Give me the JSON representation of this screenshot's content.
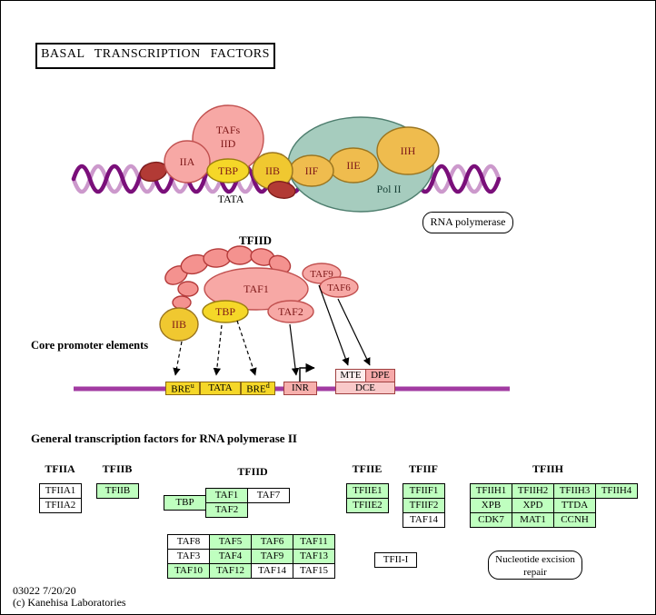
{
  "colors": {
    "gene_highlight": "#BFFFBF",
    "gene_plain": "#FFFFFF",
    "pink": "#F7A8A5",
    "salmon": "#F4928F",
    "yellow": "#F5D728",
    "gold": "#F0C830",
    "amber": "#EFBC4E",
    "teal": "#A6CCBE",
    "maroon": "#B23A35",
    "dna_dark": "#7A0F7A",
    "dna_light": "#CC99CC",
    "promoter_line": "#A23CA2"
  },
  "title": {
    "label": "BASAL TRANSCRIPTION FACTORS"
  },
  "top": {
    "iia": "IIA",
    "tafs": "TAFs",
    "iid": "IID",
    "tbp": "TBP",
    "iib": "IIB",
    "iif": "IIF",
    "iie": "IIE",
    "iih": "IIH",
    "polii": "Pol II",
    "tata": "TATA",
    "rna_polymerase": "RNA polymerase"
  },
  "complex": {
    "title": "TFIID",
    "taf1": "TAF1",
    "taf9": "TAF9",
    "taf6": "TAF6",
    "taf2": "TAF2",
    "tbp": "TBP",
    "iib": "IIB",
    "core_label": "Core promoter elements"
  },
  "promoter": {
    "breu_base": "BRE",
    "breu_sup": "u",
    "tata": "TATA",
    "bred_base": "BRE",
    "bred_sup": "d",
    "inr": "INR",
    "mte": "MTE",
    "dpe": "DPE",
    "dce": "DCE"
  },
  "section_header": "General transcription factors for RNA polymerase II",
  "groups": [
    "TFIIA",
    "TFIIB",
    "TFIID",
    "TFIIE",
    "TFIIF",
    "TFIIH"
  ],
  "gene_boxes": [
    {
      "label": "TFIIA1",
      "highlighted": false
    },
    {
      "label": "TFIIA2",
      "highlighted": false
    },
    {
      "label": "TFIIB",
      "highlighted": true
    },
    {
      "label": "TBP",
      "highlighted": true
    },
    {
      "label": "TAF1",
      "highlighted": true
    },
    {
      "label": "TAF7",
      "highlighted": false
    },
    {
      "label": "TAF2",
      "highlighted": true
    },
    {
      "label": "TAF8",
      "highlighted": false
    },
    {
      "label": "TAF5",
      "highlighted": true
    },
    {
      "label": "TAF6",
      "highlighted": true
    },
    {
      "label": "TAF11",
      "highlighted": true
    },
    {
      "label": "TAF3",
      "highlighted": false
    },
    {
      "label": "TAF4",
      "highlighted": true
    },
    {
      "label": "TAF9",
      "highlighted": true
    },
    {
      "label": "TAF13",
      "highlighted": true
    },
    {
      "label": "TAF10",
      "highlighted": true
    },
    {
      "label": "TAF12",
      "highlighted": true
    },
    {
      "label": "TAF14",
      "highlighted": false
    },
    {
      "label": "TAF15",
      "highlighted": false
    },
    {
      "label": "TFIIE1",
      "highlighted": true
    },
    {
      "label": "TFIIE2",
      "highlighted": true
    },
    {
      "label": "TFIIF1",
      "highlighted": true
    },
    {
      "label": "TFIIF2",
      "highlighted": true
    },
    {
      "label": "TAF14",
      "highlighted": false
    },
    {
      "label": "TFIIH1",
      "highlighted": true
    },
    {
      "label": "TFIIH2",
      "highlighted": true
    },
    {
      "label": "TFIIH3",
      "highlighted": true
    },
    {
      "label": "TFIIH4",
      "highlighted": true
    },
    {
      "label": "XPB",
      "highlighted": true
    },
    {
      "label": "XPD",
      "highlighted": true
    },
    {
      "label": "TTDA",
      "highlighted": true
    },
    {
      "label": "CDK7",
      "highlighted": true
    },
    {
      "label": "MAT1",
      "highlighted": true
    },
    {
      "label": "CCNH",
      "highlighted": true
    },
    {
      "label": "TFII-I",
      "highlighted": false
    }
  ],
  "ner": {
    "line1": "Nucleotide excision",
    "line2": "repair"
  },
  "footer": {
    "map_id": "03022 7/20/20",
    "copyright": "(c) Kanehisa Laboratories"
  }
}
